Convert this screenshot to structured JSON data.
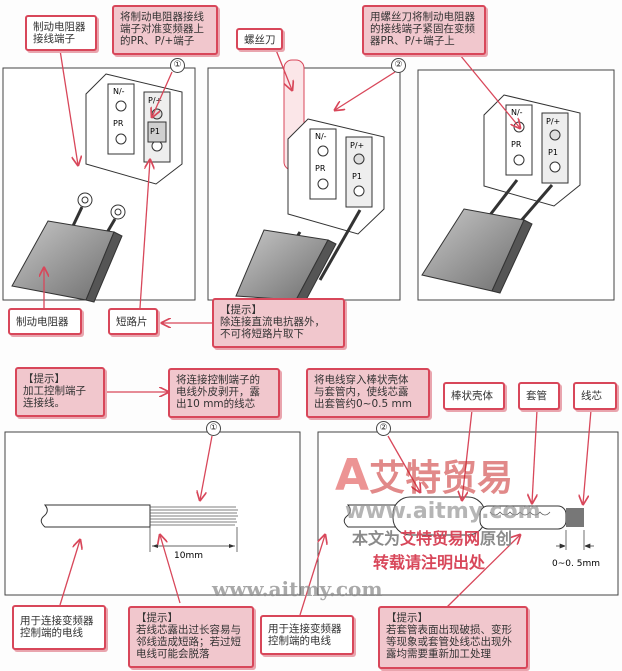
{
  "top": {
    "label_resistor_terminal": "制动电阻器\n接线端子",
    "step1_text": "将制动电阻器接线\n端子对准变频器上\n的PR、P/+端子",
    "step1_num": "①",
    "label_screwdriver": "螺丝刀",
    "step2_text": "用螺丝刀将制动电阻器\n的接线端子紧固在变频\n器PR、P/+端子上",
    "step2_num": "②",
    "terminals": {
      "n": "N/-",
      "p": "P/+",
      "pr": "PR",
      "p1": "P1"
    },
    "label_resistor": "制动电阻器",
    "label_shorting_bar": "短路片",
    "tip_text": "【提示】\n除连接直流电抗器外，\n不可将短路片取下"
  },
  "bottom": {
    "tip_text": "【提示】\n加工控制端子\n连接线。",
    "step1_text": "将连接控制端子的\n电线外皮剥开，露\n出10 mm的线芯",
    "step1_num": "①",
    "step2_text": "将电线穿入棒状壳体\n与套管内，使线芯露\n出套管约0~0.5 mm",
    "step2_num": "②",
    "label_shell": "棒状壳体",
    "label_sleeve": "套管",
    "label_core": "线芯",
    "dim_10mm": "10mm",
    "dim_05mm": "0~0. 5mm",
    "label_wire_left": "用于连接变频器\n控制端的电线",
    "tip_left": "【提示】\n若线芯露出过长容易与\n邻线造成短路；若过短\n电线可能会脱落",
    "label_wire_right": "用于连接变频器\n控制端的电线",
    "tip_right": "【提示】\n若套管表面出现破损、变形\n等现象或套管处线芯出现外\n露均需要重新加工处理"
  },
  "watermark": {
    "logo": "艾特贸易",
    "url": "www.aitmy.com",
    "line1_a": "本文为",
    "line1_b": "艾特贸易网",
    "line1_c": "原创",
    "line2": "转载请注明出处"
  },
  "colors": {
    "accent": "#d8475a",
    "callout_fill": "#f1c7cd"
  }
}
